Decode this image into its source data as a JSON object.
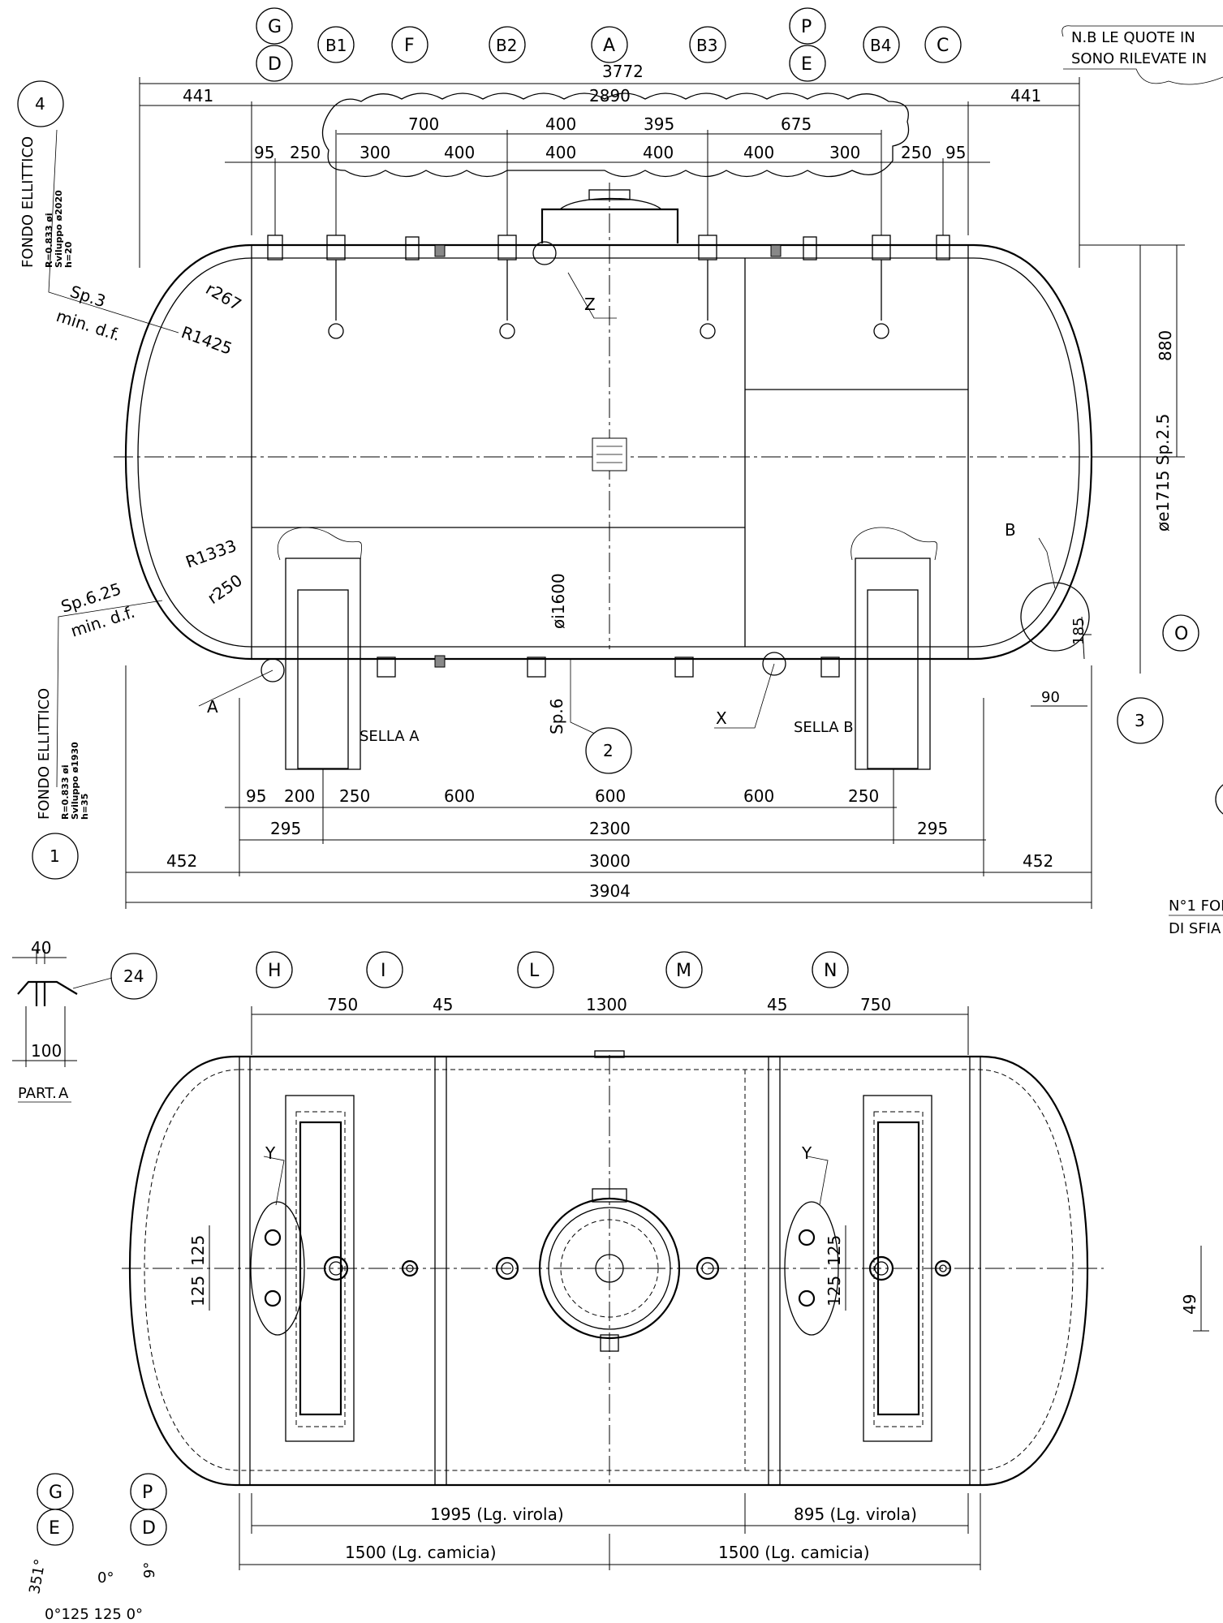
{
  "notes": {
    "line1": "N.B LE QUOTE IN",
    "line2": "SONO RILEVATE IN",
    "side1": "N°1 FOI",
    "side2": "DI SFIA"
  },
  "nozzle_tags_top": [
    "G",
    "D",
    "B1",
    "F",
    "B2",
    "A",
    "B3",
    "P",
    "E",
    "B4",
    "C"
  ],
  "nozzle_tags_plan": [
    "H",
    "I",
    "L",
    "M",
    "N"
  ],
  "legend_tags": [
    "G",
    "E",
    "P",
    "D",
    "O"
  ],
  "part_numbers": [
    "4",
    "1",
    "2",
    "3",
    "24"
  ],
  "heads": {
    "top": {
      "title": "FONDO ELLITTICO",
      "r": "R=0.833 øi",
      "sviluppo": "Sviluppo ø2020",
      "h": "h=20",
      "sp": "Sp.3",
      "min": "min. d.f.",
      "r1": "r267",
      "r2": "R1425"
    },
    "bottom": {
      "title": "FONDO ELLITTICO",
      "r": "R=0.833 øi",
      "sviluppo": "Sviluppo ø1930",
      "h": "h=35",
      "sp": "Sp.6.25",
      "min": "min. d.f.",
      "r1": "R1333",
      "r2": "r250"
    }
  },
  "details": {
    "Z": "Z",
    "A": "A",
    "B": "B",
    "X": "X",
    "Y": "Y"
  },
  "saddles": {
    "a": "SELLA A",
    "b": "SELLA B"
  },
  "shell": {
    "diam_outer": "øe1715 Sp.2.5",
    "diam_inner": "øi1600",
    "sp": "Sp.6",
    "h880": "880",
    "d185": "185",
    "d90": "90"
  },
  "dims_top": {
    "overall": "3772",
    "left": "441",
    "mid": "2890",
    "right": "441",
    "row2": [
      "700",
      "400",
      "395",
      "675"
    ],
    "row3": [
      "95",
      "250",
      "300",
      "400",
      "400",
      "400",
      "400",
      "300",
      "250",
      "95"
    ]
  },
  "dims_bottom": {
    "row1": [
      "95",
      "200",
      "250",
      "600",
      "600",
      "600",
      "250"
    ],
    "row2": [
      "295",
      "2300",
      "295"
    ],
    "row3": [
      "452",
      "3000",
      "452"
    ],
    "overall": "3904"
  },
  "plan_dims": {
    "top": [
      "750",
      "45",
      "1300",
      "45",
      "750"
    ],
    "pitch_left": [
      "125",
      "125"
    ],
    "pitch_right": [
      "125",
      "125"
    ],
    "virola_1": "1995 (Lg. virola)",
    "virola_2": "895 (Lg. virola)",
    "camicia_1": "1500 (Lg. camicia)",
    "camicia_2": "1500 (Lg. camicia)",
    "side_49": "49"
  },
  "part_a": {
    "title": "PART.",
    "tag": "A",
    "w40": "40",
    "w100": "100"
  },
  "angles": {
    "a351": "351°",
    "a0": "0°",
    "a9": "9°",
    "bottom": "0°125 125 0°"
  }
}
